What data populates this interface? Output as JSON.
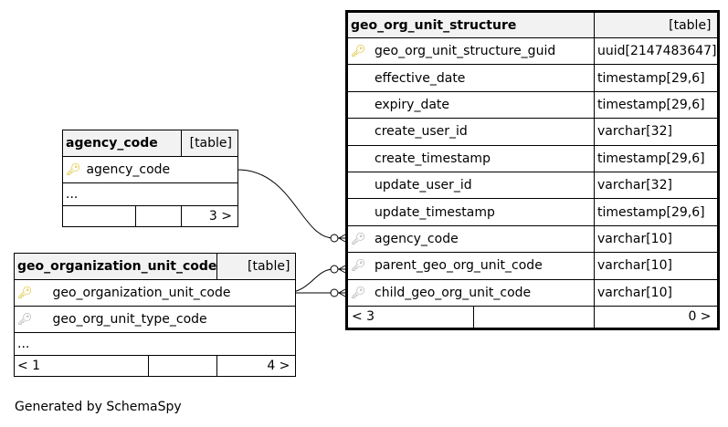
{
  "tables": {
    "main": {
      "name": "geo_org_unit_structure",
      "kind": "[table]",
      "columns": [
        {
          "name": "geo_org_unit_structure_guid",
          "type": "uuid[2147483647]",
          "key": "pk"
        },
        {
          "name": "effective_date",
          "type": "timestamp[29,6]",
          "key": ""
        },
        {
          "name": "expiry_date",
          "type": "timestamp[29,6]",
          "key": ""
        },
        {
          "name": "create_user_id",
          "type": "varchar[32]",
          "key": ""
        },
        {
          "name": "create_timestamp",
          "type": "timestamp[29,6]",
          "key": ""
        },
        {
          "name": "update_user_id",
          "type": "varchar[32]",
          "key": ""
        },
        {
          "name": "update_timestamp",
          "type": "timestamp[29,6]",
          "key": ""
        },
        {
          "name": "agency_code",
          "type": "varchar[10]",
          "key": "fk"
        },
        {
          "name": "parent_geo_org_unit_code",
          "type": "varchar[10]",
          "key": "fk"
        },
        {
          "name": "child_geo_org_unit_code",
          "type": "varchar[10]",
          "key": "fk"
        }
      ],
      "footer": {
        "parents": "< 3",
        "middle": "",
        "children": "0 >"
      }
    },
    "agency": {
      "name": "agency_code",
      "kind": "[table]",
      "columns": [
        {
          "name": "agency_code",
          "key": "pk"
        }
      ],
      "more": "...",
      "footer": {
        "parents": "",
        "middle": "",
        "children": "3 >"
      }
    },
    "geoorg": {
      "name": "geo_organization_unit_code",
      "kind": "[table]",
      "columns": [
        {
          "name": "geo_organization_unit_code",
          "key": "pk"
        },
        {
          "name": "geo_org_unit_type_code",
          "key": "fk"
        }
      ],
      "more": "...",
      "footer": {
        "parents": "< 1",
        "middle": "",
        "children": "4 >"
      }
    }
  },
  "icons": {
    "primary_key": "key-icon",
    "foreign_key": "key-icon"
  },
  "colors": {
    "primary_key": "#d4b200",
    "foreign_key": "#9e9e9e",
    "header_bg": "#f2f2f2"
  },
  "footer_text": "Generated by SchemaSpy"
}
